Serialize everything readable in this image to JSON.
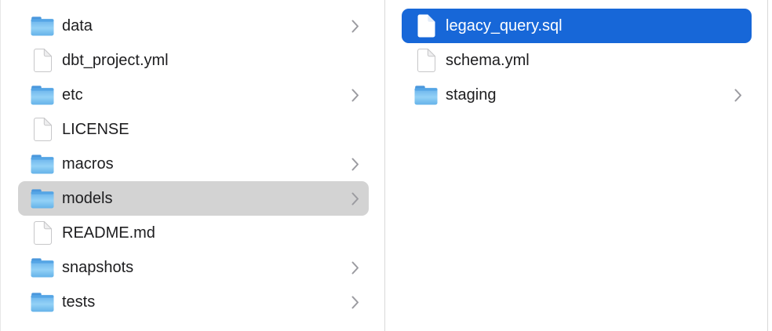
{
  "colors": {
    "selection_blue": "#1767d8",
    "selection_gray": "#d3d3d3",
    "divider": "#d9d9d9",
    "divider_faint": "#e7e7e7",
    "text": "#1d1d1f",
    "text_selected": "#ffffff",
    "chevron": "#9b9ba0",
    "folder_blue": "#6ab5ec"
  },
  "columns": [
    {
      "name": "left",
      "items": [
        {
          "label": "data",
          "icon": "folder",
          "chevron": true,
          "selected": null
        },
        {
          "label": "dbt_project.yml",
          "icon": "file",
          "chevron": false,
          "selected": null
        },
        {
          "label": "etc",
          "icon": "folder",
          "chevron": true,
          "selected": null
        },
        {
          "label": "LICENSE",
          "icon": "file",
          "chevron": false,
          "selected": null
        },
        {
          "label": "macros",
          "icon": "folder",
          "chevron": true,
          "selected": null
        },
        {
          "label": "models",
          "icon": "folder",
          "chevron": true,
          "selected": "gray"
        },
        {
          "label": "README.md",
          "icon": "file",
          "chevron": false,
          "selected": null
        },
        {
          "label": "snapshots",
          "icon": "folder",
          "chevron": true,
          "selected": null
        },
        {
          "label": "tests",
          "icon": "folder",
          "chevron": true,
          "selected": null
        }
      ]
    },
    {
      "name": "right",
      "items": [
        {
          "label": "legacy_query.sql",
          "icon": "file",
          "chevron": false,
          "selected": "blue"
        },
        {
          "label": "schema.yml",
          "icon": "file",
          "chevron": false,
          "selected": null
        },
        {
          "label": "staging",
          "icon": "folder",
          "chevron": true,
          "selected": null
        }
      ]
    }
  ]
}
